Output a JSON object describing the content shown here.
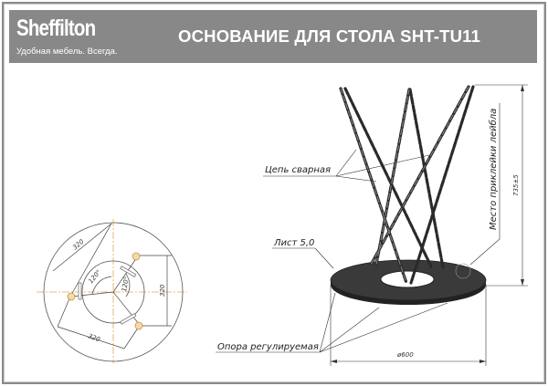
{
  "header": {
    "brand": "Sheffilton",
    "tagline": "Удобная мебель. Всегда.",
    "title": "ОСНОВАНИЕ ДЛЯ СТОЛА SHT-TU11"
  },
  "plan_view": {
    "dim_top": "320",
    "dim_bottom": "320",
    "dim_right": "320",
    "angle_left": "120°",
    "angle_right": "120°"
  },
  "side_view": {
    "callout_chain": "Цепь сварная",
    "callout_sheet": "Лист 5,0",
    "callout_feet": "Опора регулируемая",
    "callout_label": "Место приклейки лейбла",
    "dim_height": "735±5",
    "dim_diameter": "ø600"
  },
  "colors": {
    "header_bg": "#888888",
    "centerline": "#e8a650",
    "plate": "#3a3a3a"
  }
}
